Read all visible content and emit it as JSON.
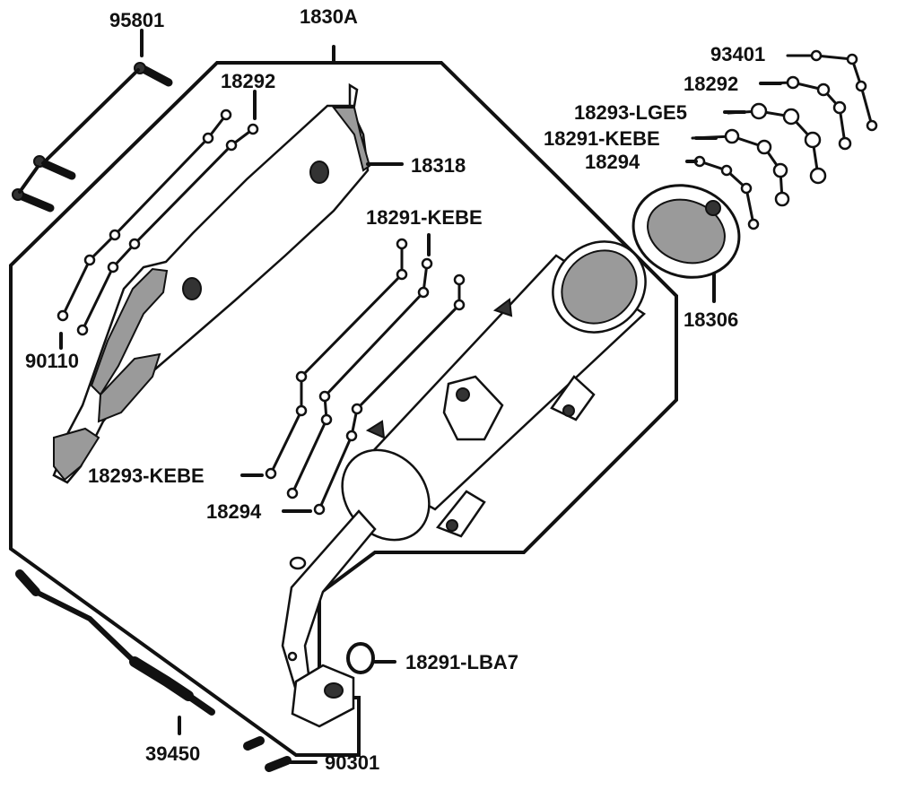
{
  "diagram": {
    "colors": {
      "ink": "#111111",
      "shade": "#9a9a9a",
      "paper": "#ffffff"
    },
    "labels": {
      "p95801": "95801",
      "p1830A": "1830A",
      "p18292_left": "18292",
      "p18318": "18318",
      "p18291KEBE_center": "18291-KEBE",
      "p90110": "90110",
      "p18293KEBE": "18293-KEBE",
      "p18294_center": "18294",
      "p93401": "93401",
      "p18292_right": "18292",
      "p18293LGE5": "18293-LGE5",
      "p18291KEBE_right": "18291-KEBE",
      "p18294_right": "18294",
      "p18306": "18306",
      "p18291LBA7": "18291-LBA7",
      "p39450": "39450",
      "p90301": "90301"
    }
  }
}
